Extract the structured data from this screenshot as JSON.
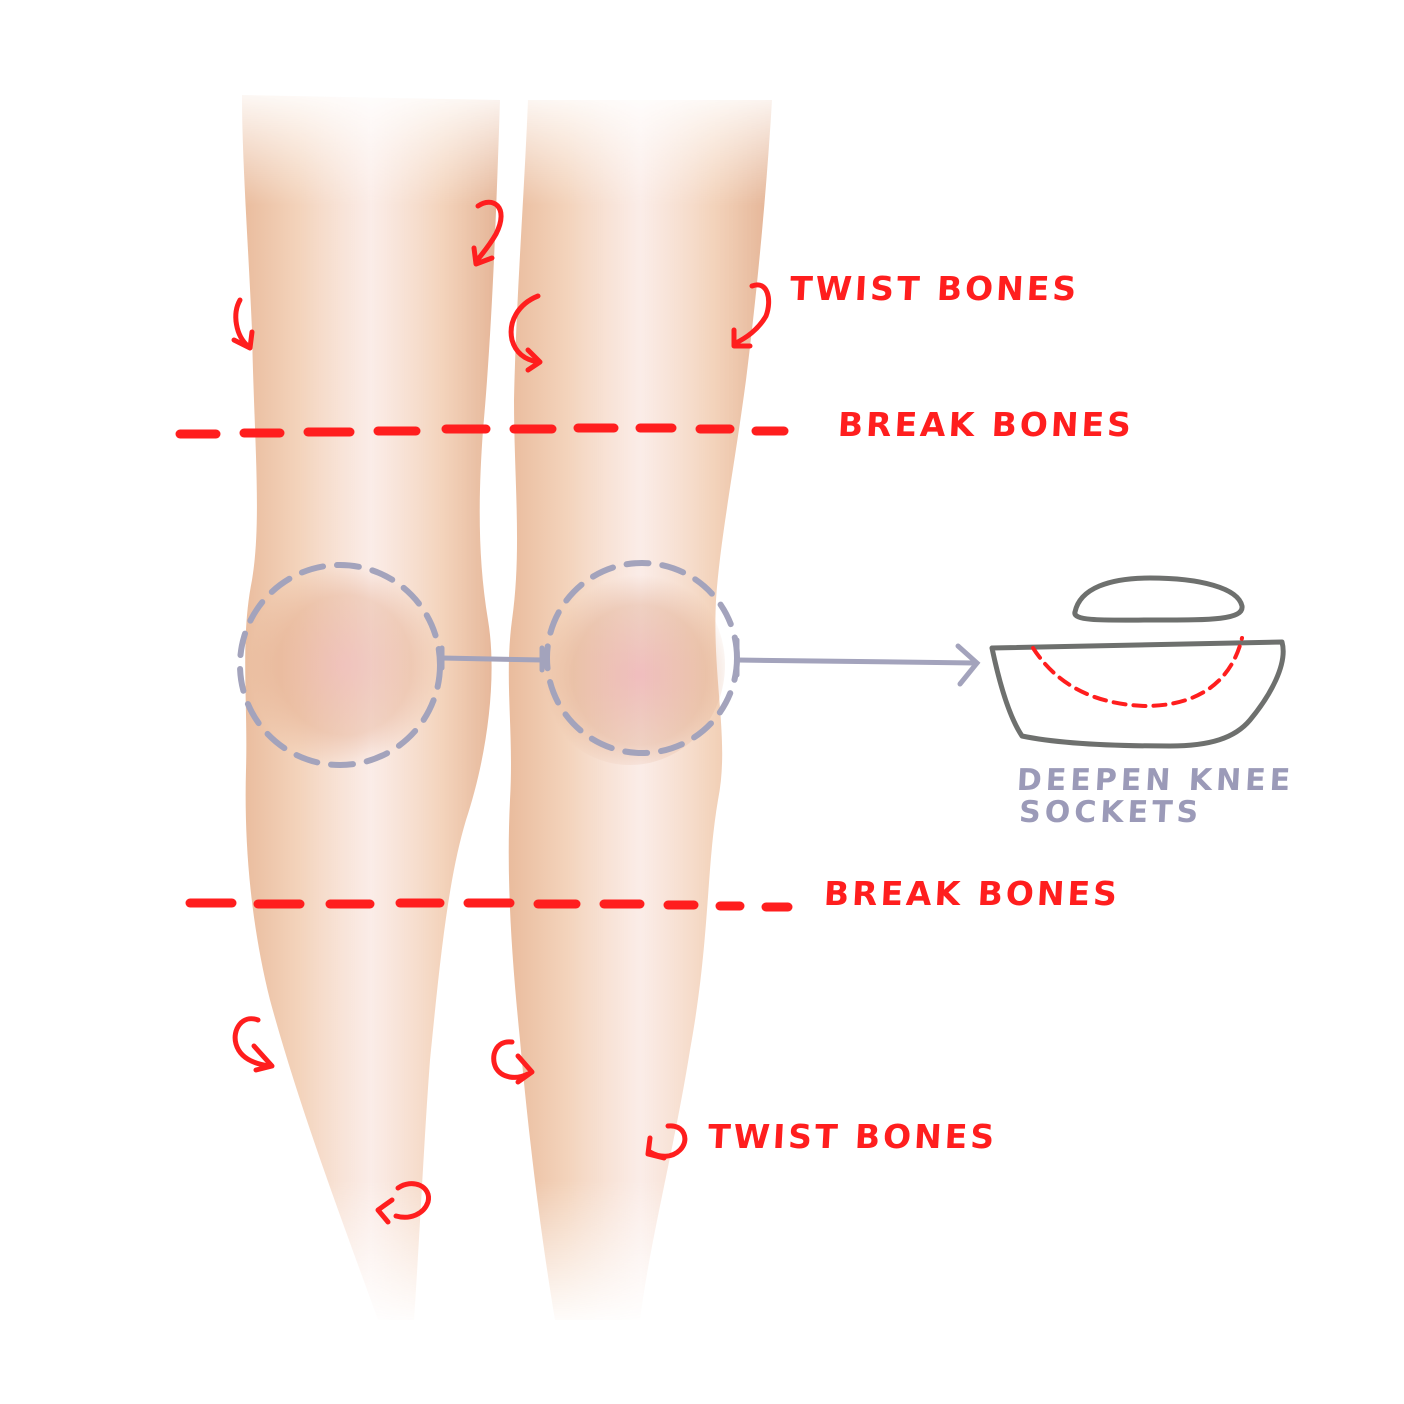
{
  "labels": {
    "twist_bones_top": "TWIST BONES",
    "break_bones_top": "BREAK BONES",
    "break_bones_bottom": "BREAK BONES",
    "twist_bones_bottom": "TWIST BONES",
    "deepen_knee_sockets": {
      "line1": "DEEPEN KNEE",
      "line2": "SOCKETS"
    }
  },
  "colors": {
    "annotation_red": "#ff1e1e",
    "knee_circle_grey": "#a3a3bc",
    "socket_outline": "#6e706e",
    "skin": "#e9b48f",
    "background": "#ffffff"
  },
  "icons": {
    "twist_arrow": "curved-arrow-icon"
  }
}
